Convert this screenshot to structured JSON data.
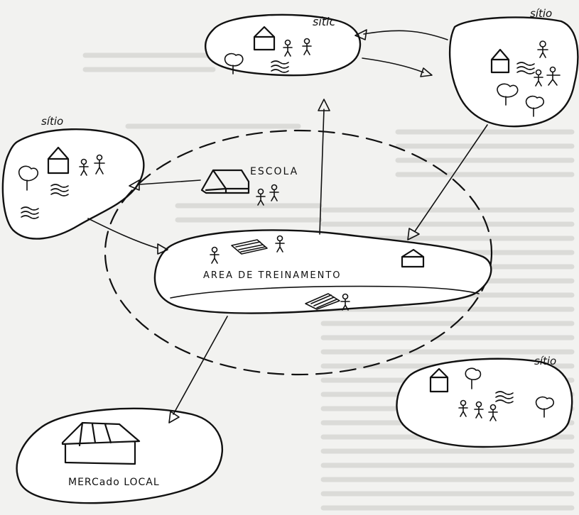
{
  "labels": {
    "sitio_top_center": "sític",
    "sitio_top_right": "sítio",
    "sitio_left": "sítio",
    "sitio_bottom_right": "sítio",
    "escola": "ESCOLA",
    "area_treinamento": "AREA DE TREINAMENTO",
    "mercado_local": "MERCado LOCAL"
  },
  "colors": {
    "ink": "#111111",
    "paper": "#ffffff",
    "page_background": "#f2f2f0"
  }
}
